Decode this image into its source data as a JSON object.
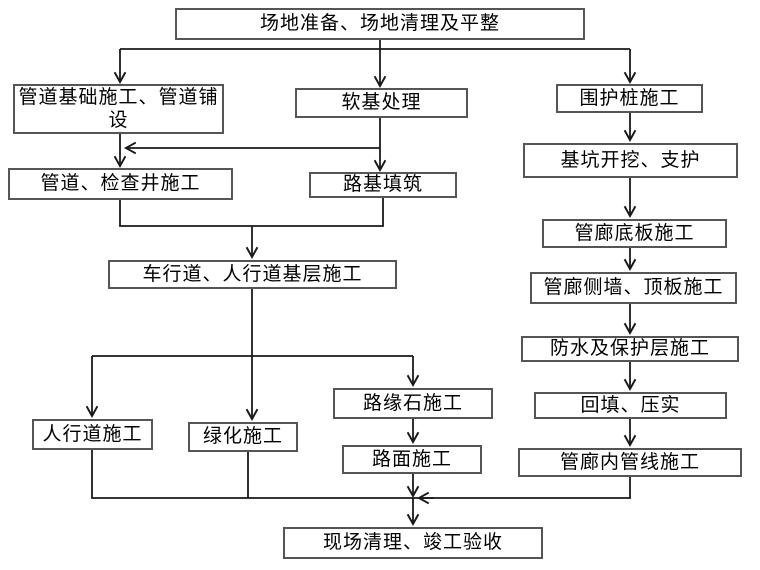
{
  "diagram": {
    "type": "flowchart",
    "language": "zh-CN",
    "orientation": "top-down"
  },
  "nodes": {
    "site_prep": "场地准备、场地清理及平整",
    "pipe_foundation": "管道基础施工、管道铺设",
    "soft_base": "软基处理",
    "enclosure_pile": "围护桩施工",
    "pipe_inspection": "管道、检查井施工",
    "roadbed_fill": "路基填筑",
    "pit_excavation": "基坑开挖、支护",
    "lane_base": "车行道、人行道基层施工",
    "gallery_bottom": "管廊底板施工",
    "gallery_sidewall": "管廊侧墙、顶板施工",
    "waterproof": "防水及保护层施工",
    "backfill": "回填、压实",
    "gallery_pipeline": "管廊内管线施工",
    "curb": "路缘石施工",
    "sidewalk": "人行道施工",
    "greening": "绿化施工",
    "pavement": "路面施工",
    "final": "现场清理、竣工验收"
  },
  "edges": [
    {
      "from": "site_prep",
      "to": "pipe_foundation"
    },
    {
      "from": "site_prep",
      "to": "soft_base"
    },
    {
      "from": "site_prep",
      "to": "enclosure_pile"
    },
    {
      "from": "pipe_foundation",
      "to": "pipe_inspection"
    },
    {
      "from": "soft_base",
      "to": "pipe_inspection"
    },
    {
      "from": "soft_base",
      "to": "roadbed_fill"
    },
    {
      "from": "pipe_inspection",
      "to": "lane_base"
    },
    {
      "from": "roadbed_fill",
      "to": "lane_base"
    },
    {
      "from": "lane_base",
      "to": "sidewalk"
    },
    {
      "from": "lane_base",
      "to": "greening"
    },
    {
      "from": "lane_base",
      "to": "curb"
    },
    {
      "from": "curb",
      "to": "pavement"
    },
    {
      "from": "enclosure_pile",
      "to": "pit_excavation"
    },
    {
      "from": "pit_excavation",
      "to": "gallery_bottom"
    },
    {
      "from": "gallery_bottom",
      "to": "gallery_sidewall"
    },
    {
      "from": "gallery_sidewall",
      "to": "waterproof"
    },
    {
      "from": "waterproof",
      "to": "backfill"
    },
    {
      "from": "backfill",
      "to": "gallery_pipeline"
    },
    {
      "from": "sidewalk",
      "to": "final"
    },
    {
      "from": "greening",
      "to": "final"
    },
    {
      "from": "pavement",
      "to": "final"
    },
    {
      "from": "gallery_pipeline",
      "to": "final"
    }
  ],
  "colors": {
    "line": "#1a1a1a",
    "box_border": "#555555",
    "box_background": "#ffffff",
    "text": "#000000",
    "page_background": "#ffffff"
  }
}
